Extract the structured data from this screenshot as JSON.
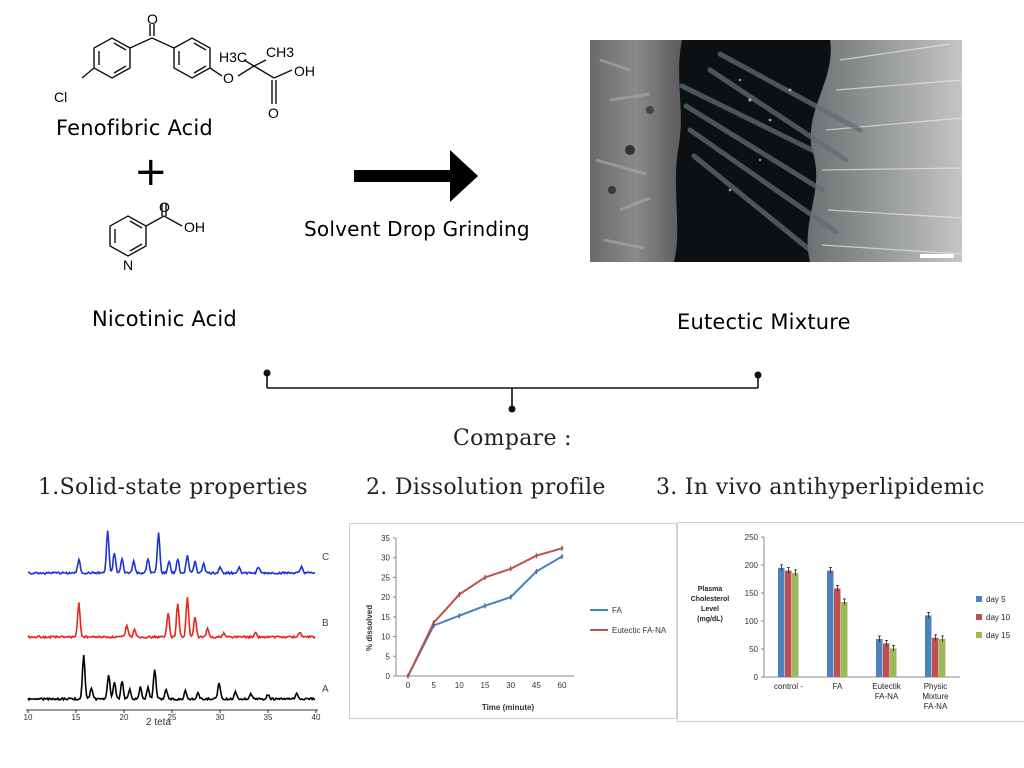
{
  "reactants": {
    "fenofibric": {
      "name": "Fenofibric Acid",
      "atoms": {
        "cl": "Cl",
        "o_ketone": "O",
        "o_ether": "O",
        "ch3_a": "H3C",
        "ch3_b": "CH3",
        "oh": "OH",
        "o_acid": "O"
      }
    },
    "plus": "+",
    "nicotinic": {
      "name": "Nicotinic Acid",
      "atoms": {
        "o": "O",
        "oh": "OH",
        "n": "N"
      }
    }
  },
  "process": {
    "label": "Solvent Drop Grinding"
  },
  "product": {
    "label": "Eutectic Mixture"
  },
  "compare": {
    "title": "Compare :",
    "items": [
      "1.Solid-state properties",
      "2. Dissolution profile",
      "3. In vivo antihyperlipidemic"
    ]
  },
  "xrd": {
    "trace_labels": [
      "C",
      "B",
      "A"
    ],
    "x_ticks": [
      "10",
      "15",
      "20",
      "25",
      "30",
      "35",
      "40"
    ],
    "x_label": "2 teta",
    "colors": {
      "C": "#1a33d6",
      "B": "#e8271b",
      "A": "#000000"
    }
  },
  "chart_data": [
    {
      "type": "line",
      "title": "",
      "xlabel": "Time (minute)",
      "ylabel": "% dissolved",
      "categories": [
        "0",
        "5",
        "10",
        "15",
        "30",
        "45",
        "60"
      ],
      "ylim": [
        0,
        35
      ],
      "y_ticks": [
        "0",
        "5",
        "10",
        "15",
        "20",
        "25",
        "30",
        "35"
      ],
      "series": [
        {
          "name": "FA",
          "color": "#4a7fc1",
          "values": [
            0,
            12.8,
            15.3,
            17.8,
            20.0,
            26.5,
            30.3
          ]
        },
        {
          "name": "Eutectic FA-NA",
          "color": "#c0504d",
          "values": [
            0,
            13.5,
            20.7,
            25.0,
            27.2,
            30.5,
            32.4
          ]
        }
      ],
      "legend": "right"
    },
    {
      "type": "bar",
      "title": "",
      "ylabel": "Plasma Cholesterol Level (mg/dL)",
      "ylabel_lines": [
        "Plasma",
        "Cholesterol",
        "Level",
        "(mg/dL)"
      ],
      "categories": [
        "control -",
        "FA",
        "Eutectik FA-NA",
        "Physic Mixture FA-NA"
      ],
      "category_lines": [
        [
          "control -"
        ],
        [
          "FA"
        ],
        [
          "Eutectik",
          "FA-NA"
        ],
        [
          "Physic",
          "Mixture",
          "FA-NA"
        ]
      ],
      "ylim": [
        0,
        250
      ],
      "y_ticks": [
        "0",
        "50",
        "100",
        "150",
        "200",
        "250"
      ],
      "series": [
        {
          "name": "day 5",
          "color": "#4f81bd",
          "values": [
            195,
            190,
            68,
            110
          ]
        },
        {
          "name": "day 10",
          "color": "#c0504d",
          "values": [
            190,
            158,
            60,
            70
          ]
        },
        {
          "name": "day 15",
          "color": "#9bbb59",
          "values": [
            186,
            134,
            51,
            68
          ]
        }
      ],
      "legend": "right"
    }
  ]
}
